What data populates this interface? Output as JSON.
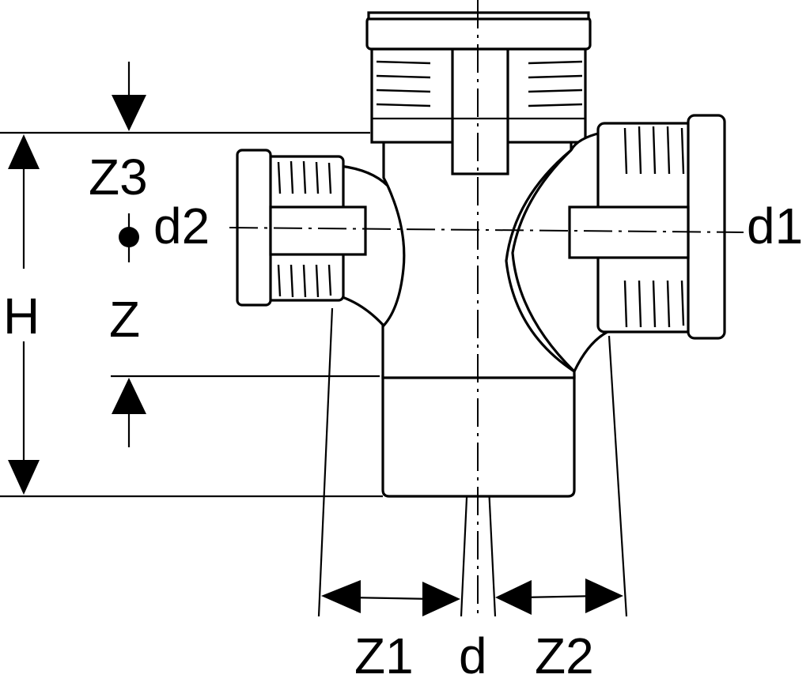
{
  "labels": {
    "z3": "Z3",
    "d2": "d2",
    "d1": "d1",
    "h": "H",
    "z": "Z",
    "z1": "Z1",
    "d": "d",
    "z2": "Z2"
  }
}
